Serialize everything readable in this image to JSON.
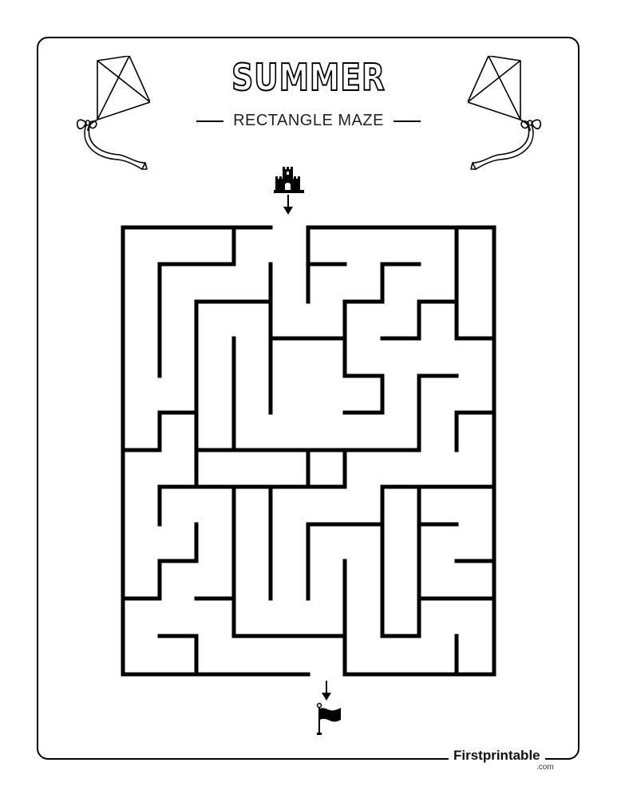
{
  "title": "SUMMER",
  "subtitle": "RECTANGLE MAZE",
  "brand": {
    "name": "Firstprintable",
    "domain": ".com"
  },
  "icons": {
    "start": "sandcastle-icon",
    "finish": "flag-icon",
    "left_decoration": "kite-icon",
    "right_decoration": "kite-icon",
    "entry_arrow": "arrow-down-icon",
    "exit_arrow": "arrow-down-icon"
  },
  "colors": {
    "ink": "#000000",
    "paper": "#ffffff"
  }
}
